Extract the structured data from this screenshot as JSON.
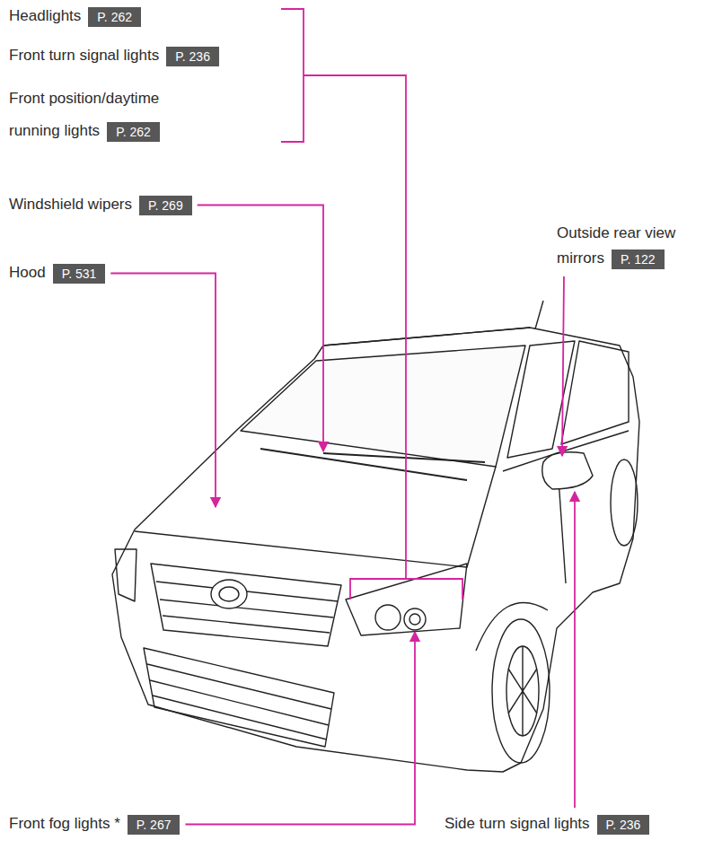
{
  "diagram": {
    "nodes": [
      {
        "text": [
          "Headlights",
          "P. 262"
        ]
      },
      {
        "text": [
          "Front turn signal lights",
          "P. 236"
        ]
      },
      {
        "text": [
          "Front position/daytime running lights",
          "P. 262"
        ]
      },
      {
        "text": [
          "Windshield wipers",
          "P. 269"
        ]
      },
      {
        "text": [
          "Outside rear view mirrors",
          "P. 122"
        ]
      },
      {
        "text": [
          "Hood",
          "P. 531"
        ]
      },
      {
        "text": [
          "Front fog lights *",
          "P. 267"
        ]
      },
      {
        "text": [
          "Side turn signal lights",
          "P. 236"
        ]
      }
    ]
  }
}
